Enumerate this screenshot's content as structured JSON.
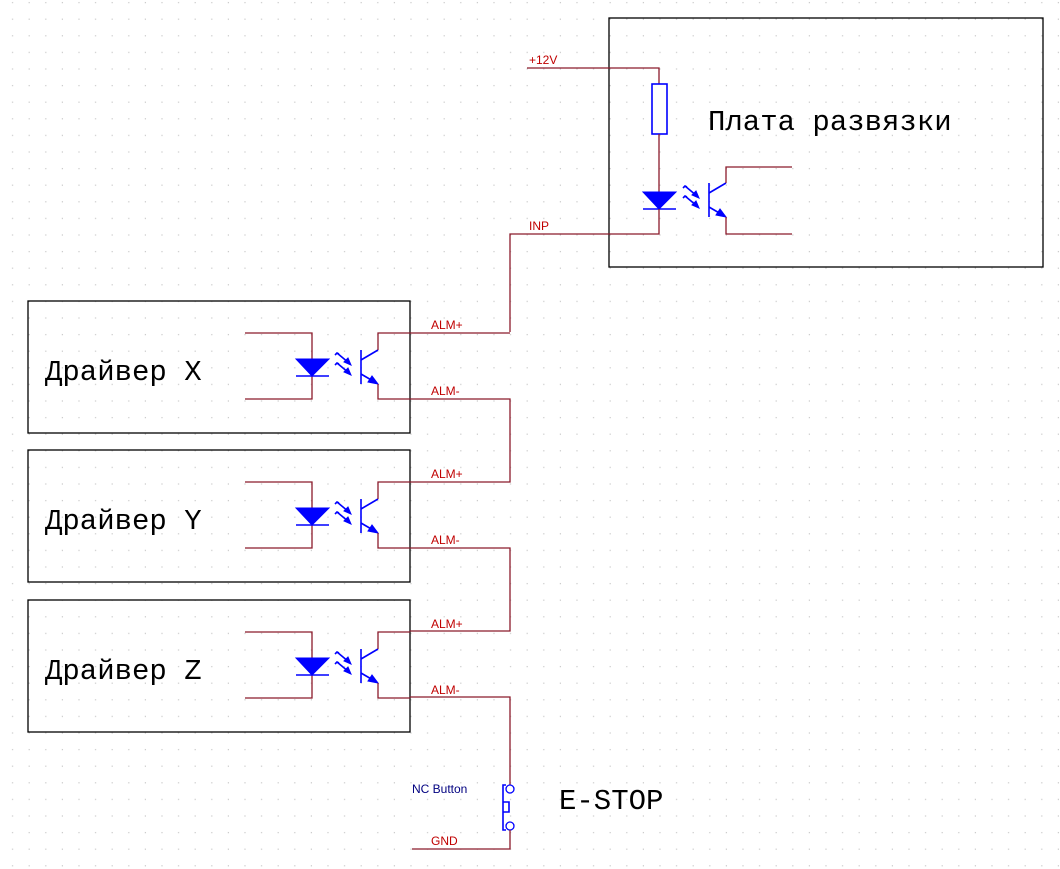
{
  "diagram": {
    "type": "electrical-schematic",
    "colors": {
      "wire": "#8b1a2b",
      "net_label": "#c00000",
      "component": "#0000ff",
      "border": "#000000",
      "grid_dot": "#c8c8c8",
      "part_label": "#000080"
    },
    "isolation_board": {
      "title": "Плата развязки",
      "net_12v": "+12V",
      "net_inp": "INP",
      "components": [
        "resistor",
        "optocoupler"
      ]
    },
    "drivers": [
      {
        "title": "Драйвер X",
        "alm_plus": "ALM+",
        "alm_minus": "ALM-"
      },
      {
        "title": "Драйвер Y",
        "alm_plus": "ALM+",
        "alm_minus": "ALM-"
      },
      {
        "title": "Драйвер Z",
        "alm_plus": "ALM+",
        "alm_minus": "ALM-"
      }
    ],
    "estop": {
      "part_label": "NC Button",
      "title": "E-STOP",
      "net_gnd": "GND"
    },
    "connections": [
      "+12V -> resistor -> LED anode (isolation board)",
      "LED cathode -> INP -> Driver X ALM+",
      "Driver X ALM- -> Driver Y ALM+",
      "Driver Y ALM- -> Driver Z ALM+",
      "Driver Z ALM- -> NC Button -> GND"
    ]
  }
}
